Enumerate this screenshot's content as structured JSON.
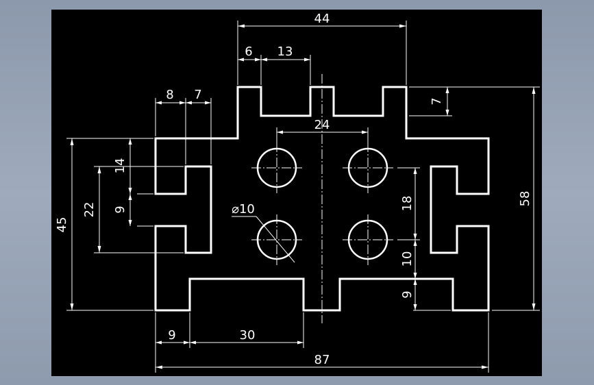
{
  "drawing": {
    "background_color": "#000000",
    "line_color": "#ffffff",
    "dimensions": {
      "d44": "44",
      "d6": "6",
      "d13": "13",
      "d8": "8",
      "d7_top": "7",
      "d7_side": "7",
      "d24": "24",
      "d14": "14",
      "d9_left": "9",
      "d22": "22",
      "d45": "45",
      "d58": "58",
      "d18": "18",
      "d10": "10",
      "d9_right": "9",
      "d9_bottom": "9",
      "d30": "30",
      "d87": "87",
      "diameter": "⌀10"
    }
  }
}
